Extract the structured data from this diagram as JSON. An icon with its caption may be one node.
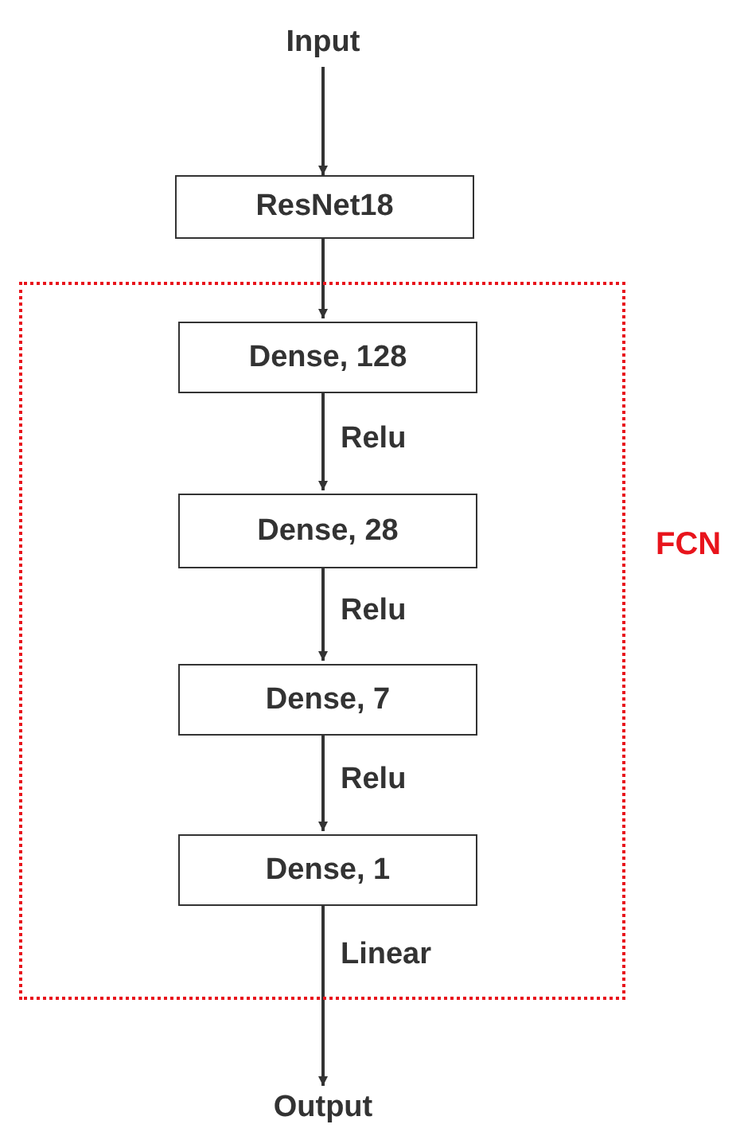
{
  "diagram": {
    "nodes": [
      {
        "text": [
          "Input"
        ]
      },
      {
        "text": [
          "ResNet18"
        ]
      },
      {
        "text": [
          "FCN"
        ]
      },
      {
        "text": [
          "Dense, 128"
        ],
        "in": 2
      },
      {
        "text": [
          "Dense, 28"
        ],
        "in": 2
      },
      {
        "text": [
          "Dense, 7"
        ],
        "in": 2
      },
      {
        "text": [
          "Dense, 1"
        ],
        "in": 2
      },
      {
        "text": [
          "Output"
        ]
      }
    ],
    "edges": [
      {
        "from": 0,
        "to": 1,
        "arrow": "to"
      },
      {
        "from": 1,
        "to": 3,
        "arrow": "to"
      },
      {
        "from": 3,
        "to": 4,
        "arrow": "to",
        "label": "Relu"
      },
      {
        "from": 4,
        "to": 5,
        "arrow": "to",
        "label": "Relu"
      },
      {
        "from": 5,
        "to": 6,
        "arrow": "to",
        "label": "Relu"
      },
      {
        "from": 6,
        "to": 7,
        "arrow": "to",
        "label": "Linear"
      }
    ]
  }
}
